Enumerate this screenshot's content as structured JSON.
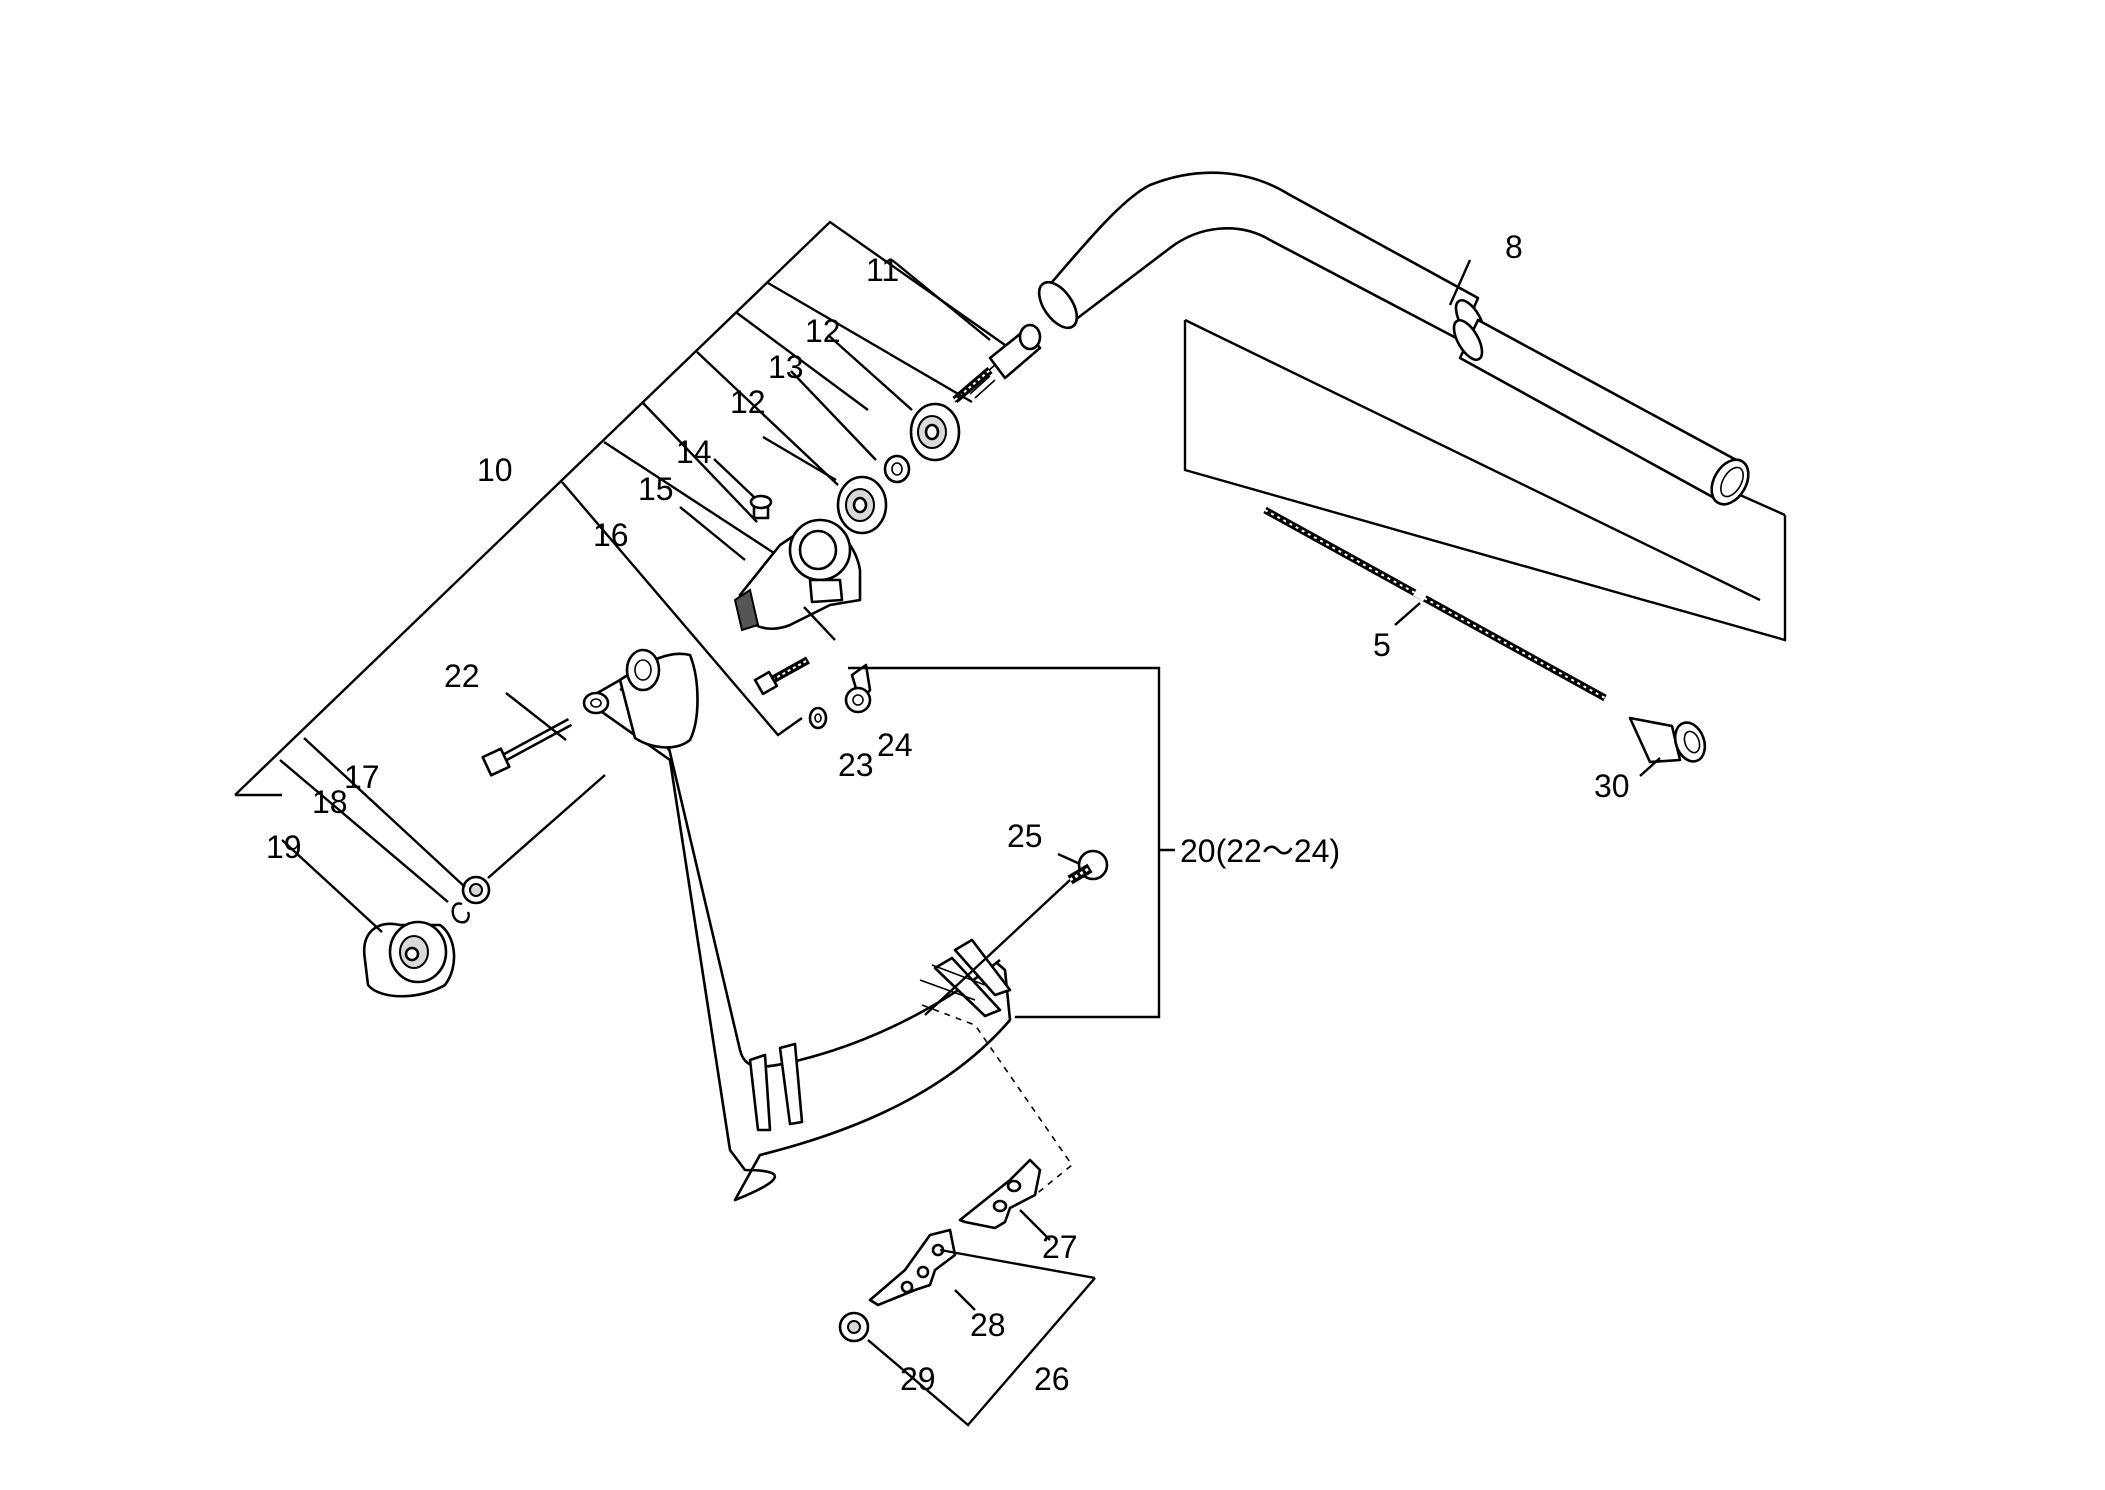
{
  "labels": {
    "p5": "5",
    "p8": "8",
    "p10": "10",
    "p11": "11",
    "p12a": "12",
    "p12b": "12",
    "p13": "13",
    "p14": "14",
    "p15": "15",
    "p16": "16",
    "p17": "17",
    "p18": "18",
    "p19": "19",
    "p20": "20(22～24)",
    "p22": "22",
    "p23": "23",
    "p24": "24",
    "p25": "25",
    "p26": "26",
    "p27": "27",
    "p28": "28",
    "p29": "29",
    "p30": "30"
  }
}
